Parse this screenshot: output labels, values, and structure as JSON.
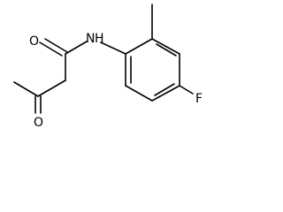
{
  "molecule": {
    "atoms": {
      "amide_oxygen": "O",
      "amide_nitrogen": "N",
      "amide_hydrogen": "H",
      "ketone_oxygen": "O",
      "fluorine": "F"
    },
    "colors": {
      "bond": "#000000",
      "label": "#000000",
      "background": "#ffffff"
    }
  }
}
